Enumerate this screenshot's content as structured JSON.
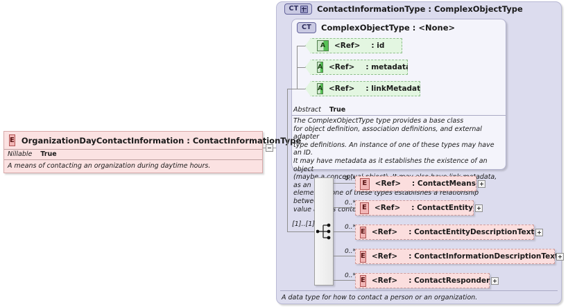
{
  "element": {
    "badge": "E",
    "title": "OrganizationDayContactInformation : ContactInformationType",
    "facet_label": "Nillable",
    "facet_value": "True",
    "annotation": "A means of contacting an organization during daytime hours."
  },
  "outer_type": {
    "badge": "CT",
    "title": "ContactInformationType : ComplexObjectType",
    "footer_annotation": "A data type for how to contact a person or an organization."
  },
  "inner_type": {
    "badge": "CT",
    "title": "ComplexObjectType : <None>",
    "facet_label": "Abstract",
    "facet_value": "True",
    "annotation": "The ComplexObjectType type provides a base class\nfor object definition, association definitions, and external adapter\ntype definitions. An instance of one of these types may have an ID.\nIt may have metadata as it establishes the existence of an object\n(maybe a conceptual object). It may also have link metadata, as an\nelement of one of these types establishes a relationship between its\nvalue and its context."
  },
  "attributes": [
    {
      "badge": "A",
      "ref": "<Ref>",
      "name": ": id"
    },
    {
      "badge": "A",
      "ref": "<Ref>",
      "name": ": metadata"
    },
    {
      "badge": "A",
      "ref": "<Ref>",
      "name": ": linkMetadata"
    }
  ],
  "sequence": {
    "cardinality": "[1]..[1]",
    "icon": "sequence-icon"
  },
  "children": [
    {
      "badge": "E",
      "ref": "<Ref>",
      "name": ": ContactMeans",
      "cardinality": "0..*"
    },
    {
      "badge": "E",
      "ref": "<Ref>",
      "name": ": ContactEntity",
      "cardinality": "0..*"
    },
    {
      "badge": "E",
      "ref": "<Ref>",
      "name": ": ContactEntityDescriptionText",
      "cardinality": "0..*"
    },
    {
      "badge": "E",
      "ref": "<Ref>",
      "name": ": ContactInformationDescriptionText",
      "cardinality": "0..*"
    },
    {
      "badge": "E",
      "ref": "<Ref>",
      "name": ": ContactResponder",
      "cardinality": "0..*"
    }
  ],
  "colors": {
    "element_fill": "#fbe2e2",
    "type_fill": "#dcdcee",
    "inner_type_fill": "#f4f4fb",
    "attribute_fill": "#e3f6e1",
    "child_fill": "#fbdede"
  }
}
